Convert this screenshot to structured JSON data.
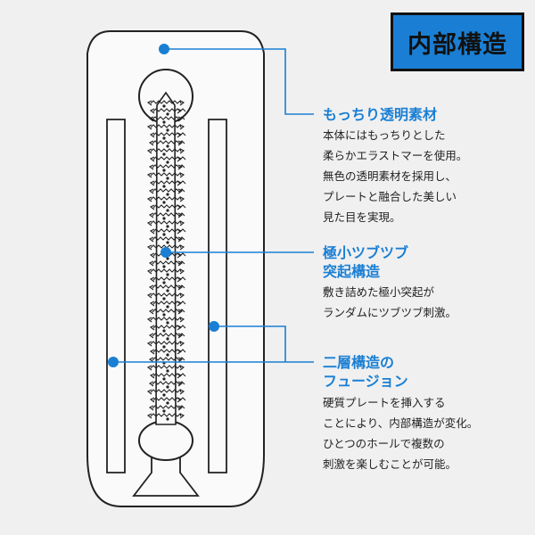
{
  "title": "内部構造",
  "colors": {
    "accent": "#1a7fd4",
    "background": "#f0f0f0",
    "outline": "#222222"
  },
  "callouts": [
    {
      "heading": "もっちり透明素材",
      "body": "本体にはもっちりとした\n柔らかエラストマーを使用。\n無色の透明素材を採用し、\nプレートと融合した美しい\n見た目を実現。"
    },
    {
      "heading": "極小ツブツブ\n突起構造",
      "body": "敷き詰めた極小突起が\nランダムにツブツブ刺激。"
    },
    {
      "heading": "二層構造の\nフュージョン",
      "body": "硬質プレートを挿入する\nことにより、内部構造が変化。\nひとつのホールで複数の\n刺激を楽しむことが可能。"
    }
  ]
}
